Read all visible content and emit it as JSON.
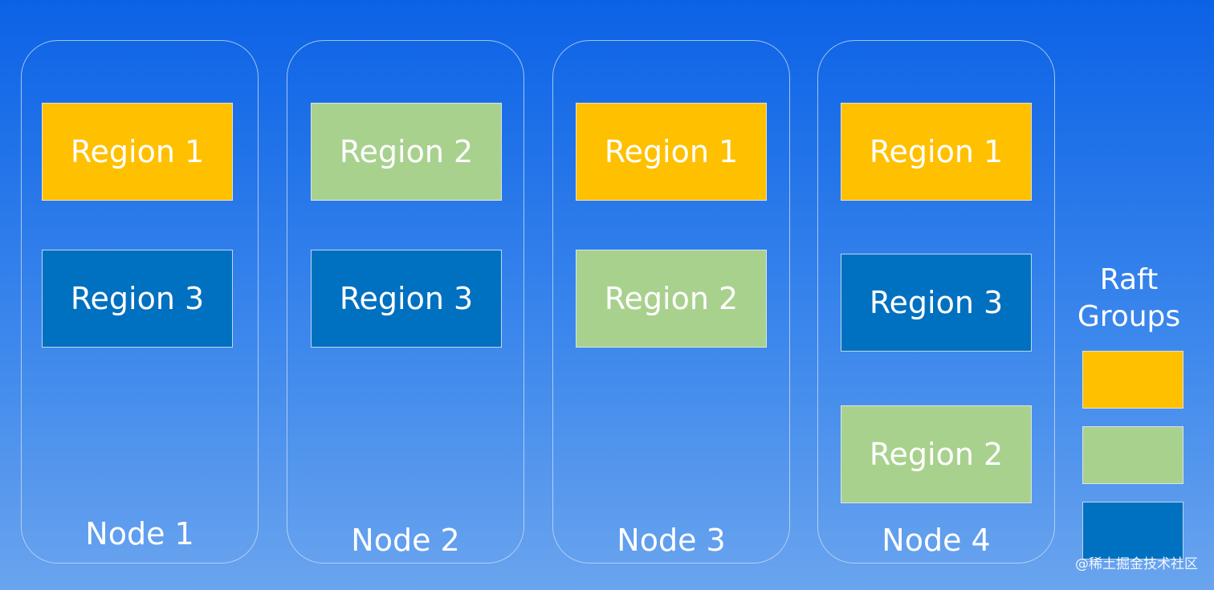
{
  "colors": {
    "group1": "#ffc000",
    "group2": "#a9d18e",
    "group3": "#0070c0"
  },
  "nodes": [
    {
      "label": "Node 1",
      "regions": [
        "Region 1",
        "Region 3"
      ]
    },
    {
      "label": "Node 2",
      "regions": [
        "Region 2",
        "Region 3"
      ]
    },
    {
      "label": "Node 3",
      "regions": [
        "Region 1",
        "Region 2"
      ]
    },
    {
      "label": "Node 4",
      "regions": [
        "Region 1",
        "Region 3",
        "Region 2"
      ]
    }
  ],
  "legend": {
    "title": "Raft Groups"
  },
  "watermark": "@稀土掘金技术社区"
}
